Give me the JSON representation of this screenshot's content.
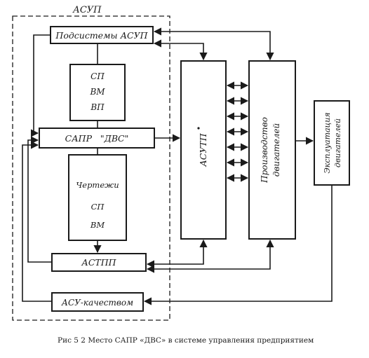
{
  "diagram": {
    "group_label": "АСУП",
    "blocks": {
      "asup_subsystems": "Подсистемы АСУП",
      "sp_top": "СП",
      "vm_top": "ВМ",
      "vp_top": "ВП",
      "sapr": "САПР   \"ДВС\"",
      "drawings": "Чертежи",
      "sp_mid": "СП",
      "vm_mid": "ВМ",
      "astpp": "АСТПП",
      "asu_quality": "АСУ-качеством",
      "asutp": "АСУТП",
      "production_1": "Производство",
      "production_2": "двигателей",
      "operation_1": "Эксплуатация",
      "operation_2": "двигателей"
    },
    "caption": "Рис  5 2  Место САПР «ДВС» в системе управления предприятием"
  }
}
